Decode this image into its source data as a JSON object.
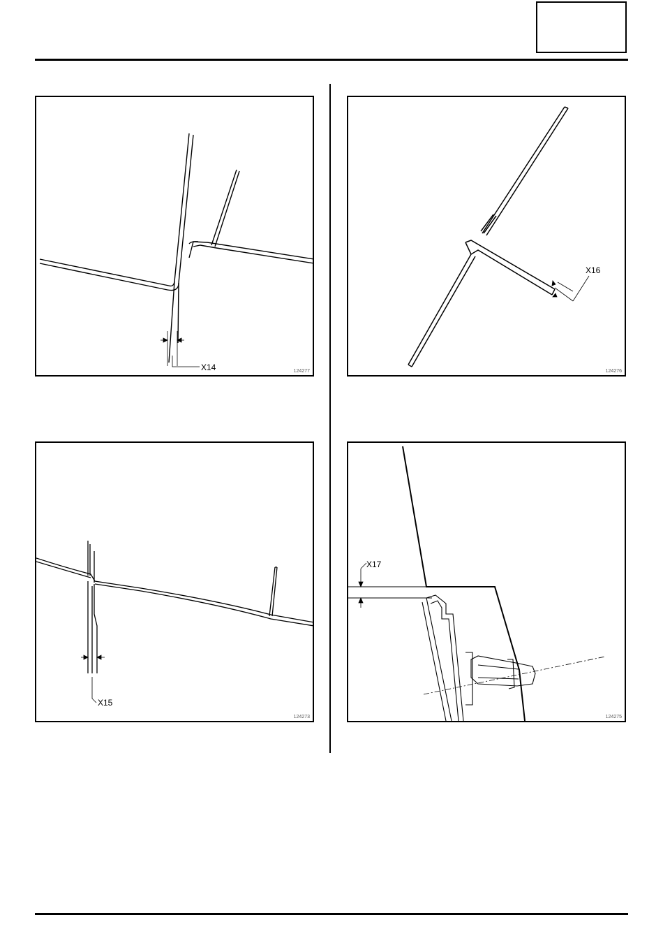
{
  "figures": [
    {
      "label": "X14",
      "ref": "124277"
    },
    {
      "label": "X16",
      "ref": "124276"
    },
    {
      "label": "X15",
      "ref": "124273"
    },
    {
      "label": "X17",
      "ref": "124275"
    }
  ]
}
